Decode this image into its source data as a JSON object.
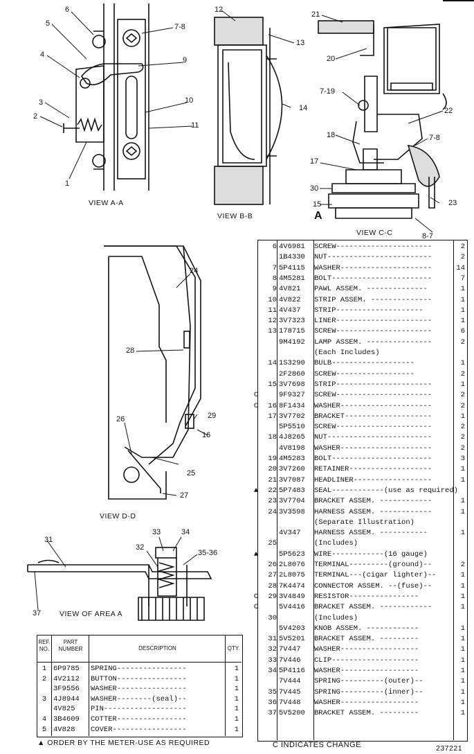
{
  "views": {
    "aa": {
      "caption": "VIEW A-A",
      "callouts": [
        "6",
        "7-8",
        "5",
        "4",
        "9",
        "3",
        "10",
        "2",
        "11",
        "1"
      ]
    },
    "bb": {
      "caption": "VIEW B-B",
      "callouts": [
        "12",
        "13",
        "14"
      ]
    },
    "cc": {
      "caption": "VIEW C-C",
      "callouts": [
        "21",
        "20",
        "7-19",
        "22",
        "18",
        "7-8",
        "17",
        "30",
        "15",
        "A",
        "23",
        "8-7"
      ]
    },
    "dd": {
      "caption": "VIEW D-D",
      "callouts": [
        "24",
        "28",
        "26",
        "29",
        "16",
        "25",
        "27"
      ]
    },
    "area_a": {
      "caption": "VIEW OF AREA A",
      "callouts": [
        "31",
        "33",
        "34",
        "32",
        "35-36",
        "37"
      ]
    }
  },
  "right_table": {
    "rows": [
      {
        "mark": "",
        "ref": "6",
        "part": "4V6981",
        "desc": "SCREW----------------------",
        "qty": "2"
      },
      {
        "mark": "",
        "ref": "",
        "part": "1B4330",
        "desc": "NUT------------------------",
        "qty": "2"
      },
      {
        "mark": "",
        "ref": "7",
        "part": "5P4115",
        "desc": "WASHER---------------------",
        "qty": "14"
      },
      {
        "mark": "",
        "ref": "8",
        "part": "4M5281",
        "desc": "BOLT-----------------------",
        "qty": "7"
      },
      {
        "mark": "",
        "ref": "9",
        "part": "4V821",
        "desc": " PAWL ASSEM. --------------",
        "qty": "1"
      },
      {
        "mark": "",
        "ref": "10",
        "part": "4V822",
        "desc": "STRIP ASSEM. --------------",
        "qty": "1"
      },
      {
        "mark": "",
        "ref": "11",
        "part": "4V437",
        "desc": " STRIP--------------------",
        "qty": "1"
      },
      {
        "mark": "",
        "ref": "12",
        "part": "3V7323",
        "desc": "LINER----------------------",
        "qty": "1"
      },
      {
        "mark": "",
        "ref": "13",
        "part": "178715",
        "desc": "SCREW----------------------",
        "qty": "6"
      },
      {
        "mark": "",
        "ref": "",
        "part": "9M4192",
        "desc": "LAMP ASSEM. ---------------",
        "qty": "2"
      },
      {
        "mark": "",
        "ref": "",
        "part": "",
        "desc": "    (Each Includes)",
        "qty": ""
      },
      {
        "mark": "",
        "ref": "14",
        "part": "1S3290",
        "desc": "   BULB-------------------",
        "qty": "1"
      },
      {
        "mark": "",
        "ref": "",
        "part": "2F2860",
        "desc": "   SCREW------------------",
        "qty": "2"
      },
      {
        "mark": "",
        "ref": "15",
        "part": "3V7698",
        "desc": "STRIP----------------------",
        "qty": "1"
      },
      {
        "mark": "C",
        "ref": "",
        "part": "9F9327",
        "desc": "SCREW----------------------",
        "qty": "2"
      },
      {
        "mark": "C",
        "ref": "16",
        "part": "8F1434",
        "desc": "WASHER---------------------",
        "qty": "2"
      },
      {
        "mark": "",
        "ref": "17",
        "part": "3V7702",
        "desc": "BRACKET--------------------",
        "qty": "1"
      },
      {
        "mark": "",
        "ref": "",
        "part": "5P5510",
        "desc": "SCREW----------------------",
        "qty": "2"
      },
      {
        "mark": "",
        "ref": "18",
        "part": "4J8265",
        "desc": "NUT------------------------",
        "qty": "2"
      },
      {
        "mark": "",
        "ref": "",
        "part": "4V8198",
        "desc": "WASHER---------------------",
        "qty": "2"
      },
      {
        "mark": "",
        "ref": "19",
        "part": "4M5283",
        "desc": "BOLT-----------------------",
        "qty": "3"
      },
      {
        "mark": "",
        "ref": "20",
        "part": "3V7260",
        "desc": "RETAINER-------------------",
        "qty": "1"
      },
      {
        "mark": "",
        "ref": "21",
        "part": "3V7087",
        "desc": "HEADLINER------------------",
        "qty": "1"
      },
      {
        "mark": "▲",
        "ref": "22",
        "part": "5P7483",
        "desc": "SEAL------------(use as required)",
        "qty": ""
      },
      {
        "mark": "",
        "ref": "23",
        "part": "3V7704",
        "desc": "BRACKET ASSEM. ------------",
        "qty": "1"
      },
      {
        "mark": "",
        "ref": "24",
        "part": "3V3598",
        "desc": "HARNESS ASSEM. ------------",
        "qty": "1"
      },
      {
        "mark": "",
        "ref": "",
        "part": "",
        "desc": "          (Separate Illustration)",
        "qty": ""
      },
      {
        "mark": "",
        "ref": "",
        "part": "4V347",
        "desc": "HARNESS ASSEM. -----------",
        "qty": "1"
      },
      {
        "mark": "",
        "ref": "25",
        "part": "",
        "desc": "   (Includes)",
        "qty": ""
      },
      {
        "mark": "▲",
        "ref": "",
        "part": "5P5623",
        "desc": "    WIRE------------(16 gauge)",
        "qty": ""
      },
      {
        "mark": "",
        "ref": "26",
        "part": "2L8076",
        "desc": "    TERMINAL---------(ground)--",
        "qty": "2"
      },
      {
        "mark": "",
        "ref": "27",
        "part": "2L8075",
        "desc": "    TERMINAL---(cigar lighter)--",
        "qty": "1"
      },
      {
        "mark": "",
        "ref": "28",
        "part": "7K4474",
        "desc": "    CONNECTOR ASSEM. --(fuse)--",
        "qty": "1"
      },
      {
        "mark": "C",
        "ref": "29",
        "part": "3V4849",
        "desc": "    RESISTOR----------------",
        "qty": "1"
      },
      {
        "mark": "C",
        "ref": "",
        "part": "5V4416",
        "desc": "BRACKET ASSEM. ------------",
        "qty": "1"
      },
      {
        "mark": "",
        "ref": "30",
        "part": "",
        "desc": "   (Includes)",
        "qty": ""
      },
      {
        "mark": "",
        "ref": "",
        "part": "5V4203",
        "desc": "    KNOB ASSEM. ------------",
        "qty": "1"
      },
      {
        "mark": "",
        "ref": "31",
        "part": "5V5201",
        "desc": "    BRACKET ASSEM. ---------",
        "qty": "1"
      },
      {
        "mark": "",
        "ref": "32",
        "part": "7V447",
        "desc": "    WASHER------------------",
        "qty": "1"
      },
      {
        "mark": "",
        "ref": "33",
        "part": "7V446",
        "desc": "    CLIP--------------------",
        "qty": "1"
      },
      {
        "mark": "",
        "ref": "34",
        "part": "5P4116",
        "desc": "    WASHER------------------",
        "qty": "1"
      },
      {
        "mark": "",
        "ref": "",
        "part": "7V444",
        "desc": "    SPRING----------(outer)--",
        "qty": "1"
      },
      {
        "mark": "",
        "ref": "35",
        "part": "7V445",
        "desc": "    SPRING----------(inner)--",
        "qty": "1"
      },
      {
        "mark": "",
        "ref": "36",
        "part": "7V448",
        "desc": "    WASHER------------------",
        "qty": "1"
      },
      {
        "mark": "",
        "ref": "37",
        "part": "5V5200",
        "desc": "    BRACKET ASSEM. ---------",
        "qty": "1"
      }
    ],
    "footer": "C INDICATES CHANGE"
  },
  "left_table": {
    "headers": {
      "ref": "REF. NO.",
      "part": "PART NUMBER",
      "desc": "DESCRIPTION",
      "qty": "QTY."
    },
    "rows": [
      {
        "ref": "1",
        "part": "6P9785",
        "desc": "SPRING----------------",
        "qty": "1"
      },
      {
        "ref": "2",
        "part": "4V2112",
        "desc": "BUTTON----------------",
        "qty": "1"
      },
      {
        "ref": "",
        "part": "3F9556",
        "desc": "WASHER----------------",
        "qty": "1"
      },
      {
        "ref": "3",
        "part": "4J8944",
        "desc": "WASHER--------(seal)--",
        "qty": "1"
      },
      {
        "ref": "",
        "part": "4V825",
        "desc": "PIN-------------------",
        "qty": "1"
      },
      {
        "ref": "4",
        "part": "3B4609",
        "desc": "COTTER----------------",
        "qty": "1"
      },
      {
        "ref": "5",
        "part": "4V828",
        "desc": "COVER-----------------",
        "qty": "1"
      }
    ],
    "footnote": "▲ ORDER BY THE METER-USE AS REQUIRED"
  },
  "doc_number": "237221"
}
